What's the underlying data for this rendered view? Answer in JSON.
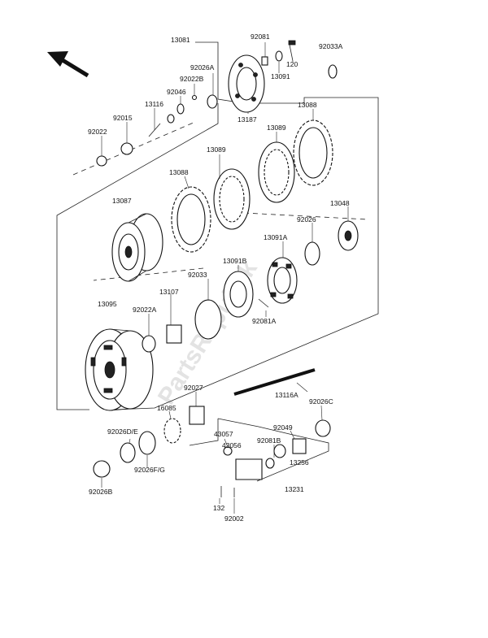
{
  "watermark": "PartsRepublik",
  "labels": {
    "p13081": "13081",
    "p92081": "92081",
    "p92033A": "92033A",
    "p120": "120",
    "p13091": "13091",
    "p92026A": "92026A",
    "p92022B": "92022B",
    "p92046": "92046",
    "p13116": "13116",
    "p92015": "92015",
    "p92022": "92022",
    "p13187": "13187",
    "p13088a": "13088",
    "p13089a": "13089",
    "p13089b": "13089",
    "p13088b": "13088",
    "p13087": "13087",
    "p13048": "13048",
    "p92026": "92026",
    "p13091A": "13091A",
    "p13091B": "13091B",
    "p92033": "92033",
    "p13107": "13107",
    "p92081A": "92081A",
    "p13095": "13095",
    "p92022A": "92022A",
    "p13116A": "13116A",
    "p92027": "92027",
    "p16085": "16085",
    "p92026C": "92026C",
    "p92026DE": "92026D/E",
    "p43057": "43057",
    "p43056": "43056",
    "p92049": "92049",
    "p92081B": "92081B",
    "p13256": "13256",
    "p92026FG": "92026F/G",
    "p92026B": "92026B",
    "p13231": "13231",
    "p132": "132",
    "p92002": "92002"
  }
}
